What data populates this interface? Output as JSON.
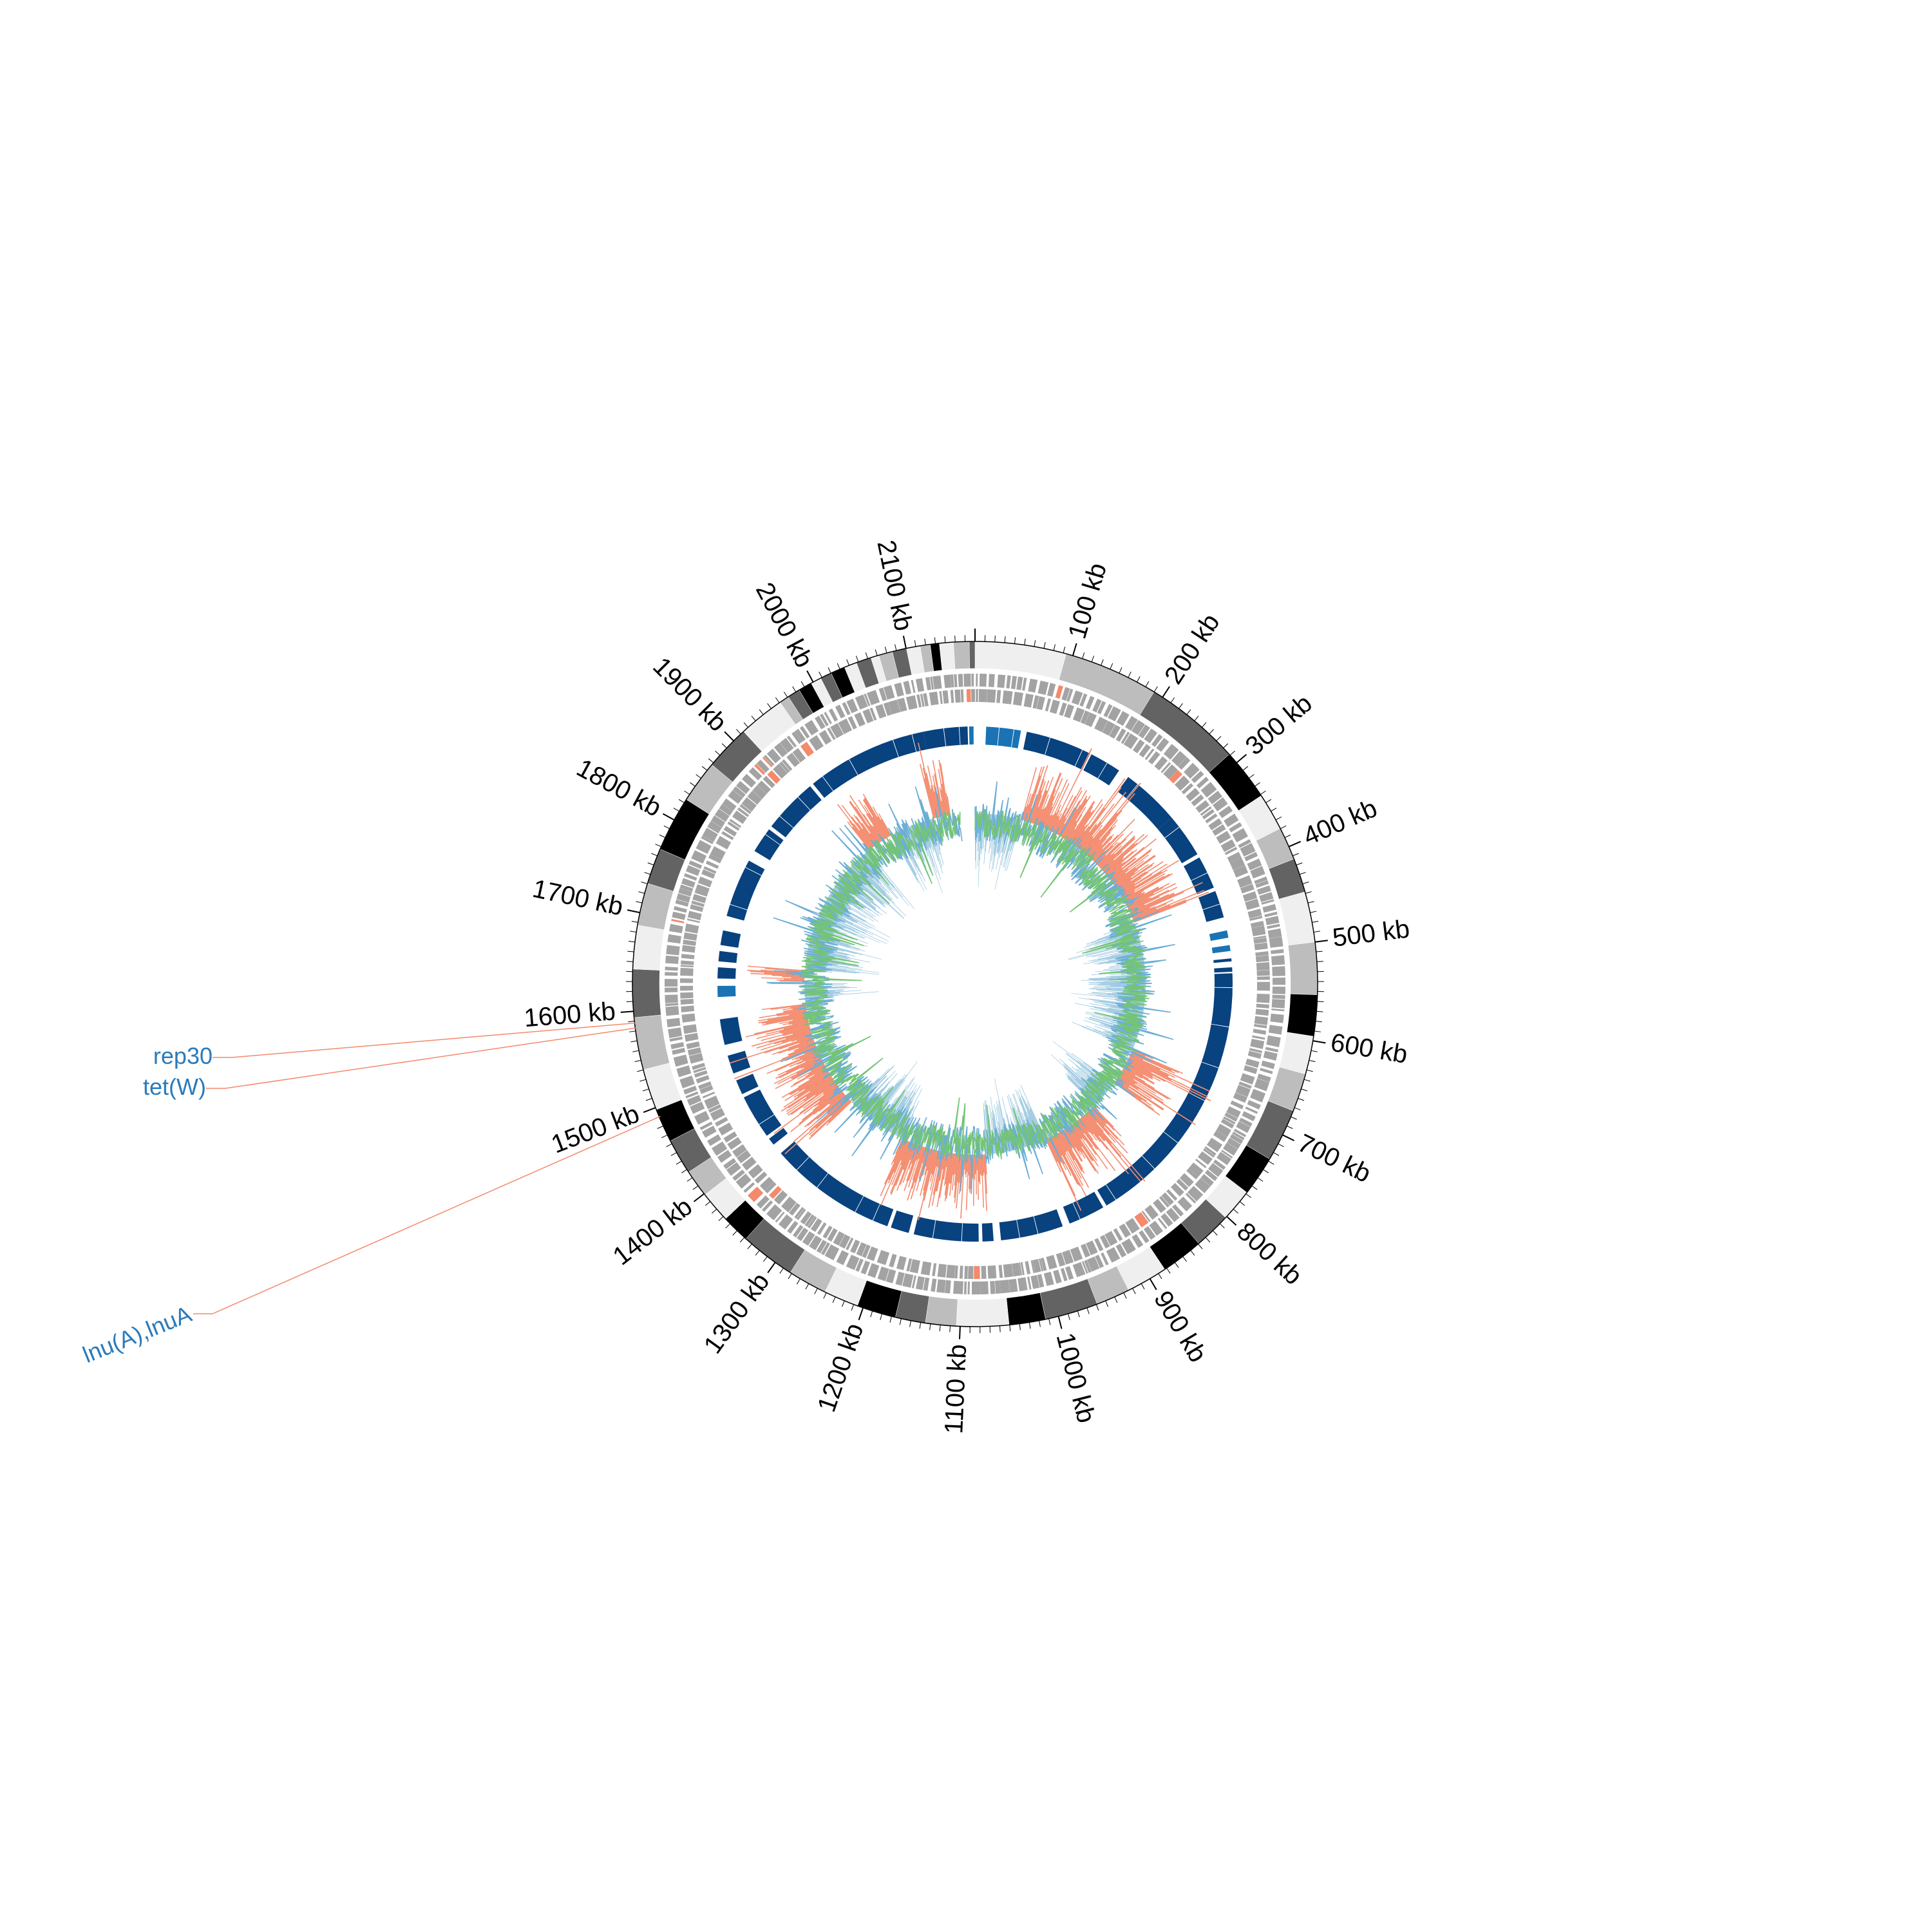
{
  "genome": {
    "length_kb": 2170,
    "tick_interval_kb": 100,
    "tick_unit": "kb",
    "tick_labels": [
      "100 kb",
      "200 kb",
      "300 kb",
      "400 kb",
      "500 kb",
      "600 kb",
      "700 kb",
      "800 kb",
      "900 kb",
      "1000 kb",
      "1100 kb",
      "1200 kb",
      "1300 kb",
      "1400 kb",
      "1500 kb",
      "1600 kb",
      "1700 kb",
      "1800 kb",
      "1900 kb",
      "2000 kb",
      "2100 kb"
    ]
  },
  "colors": {
    "contig_band_shades": [
      "#efefef",
      "#bdbdbd",
      "#636363",
      "#000000"
    ],
    "cds_track": "#a3a3a3",
    "cds_highlight": "#f4896b",
    "homology_track": "#08427f",
    "homology_highlight": "#1a73b5",
    "gc_skew_positive": "#f4896b",
    "gc_skew_negative": "#9ecae1",
    "gc_content_a": "#6baed6",
    "gc_content_b": "#74c476",
    "annotation_line": "#f4896b",
    "annotation_text": "#2b7bba"
  },
  "annotations": [
    {
      "label": "rep30",
      "position_kb": 1588
    },
    {
      "label": "tet(W)",
      "position_kb": 1583
    },
    {
      "label": "lnu(A),lnuA",
      "position_kb": 1490
    }
  ]
}
